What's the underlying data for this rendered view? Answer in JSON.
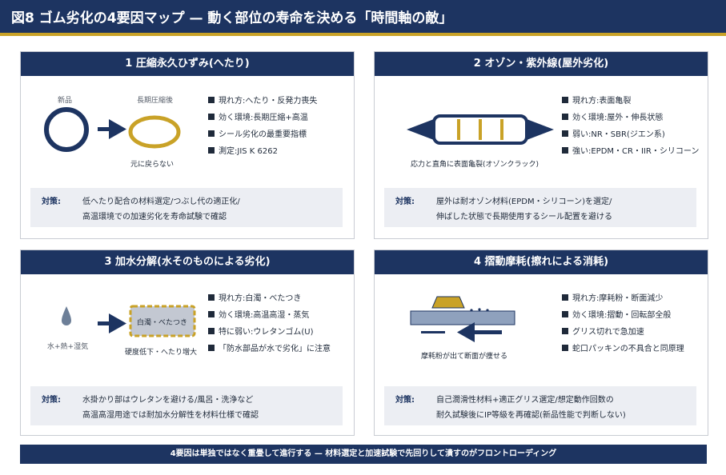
{
  "header": {
    "title": "図8 ゴム劣化の4要因マップ — 動く部位の寿命を決める「時間軸の敵」"
  },
  "panels": [
    {
      "title": "1 圧縮永久ひずみ(へたり)",
      "labels": {
        "new": "新品",
        "long_term": "長期圧縮後",
        "no_recover": "元に戻らない"
      },
      "bullets": [
        "現れ方:へたり・反発力喪失",
        "効く環境:長期圧縮+高温",
        "シール劣化の最重要指標",
        "測定:JIS K 6262"
      ],
      "measure": {
        "label": "対策:",
        "lines": [
          "低へたり配合の材料選定/つぶし代の適正化/",
          "高温環境での加速劣化を寿命試験で確認"
        ]
      }
    },
    {
      "title": "2 オゾン・紫外線(屋外劣化)",
      "labels": {
        "caption": "応力と直角に表面亀裂(オゾンクラック)"
      },
      "bullets": [
        "現れ方:表面亀裂",
        "効く環境:屋外・伸長状態",
        "弱い:NR・SBR(ジエン系)",
        "強い:EPDM・CR・IIR・シリコーン"
      ],
      "measure": {
        "label": "対策:",
        "lines": [
          "屋外は耐オゾン材料(EPDM・シリコーン)を選定/",
          "伸ばした状態で長期使用するシール配置を避ける"
        ]
      }
    },
    {
      "title": "3 加水分解(水そのものによる劣化)",
      "labels": {
        "water": "水+熱+湿気",
        "box": "白濁・べたつき",
        "caption": "硬度低下・へたり増大"
      },
      "bullets": [
        "現れ方:白濁・べたつき",
        "効く環境:高温高湿・蒸気",
        "特に弱い:ウレタンゴム(U)",
        "「防水部品が水で劣化」に注意"
      ],
      "measure": {
        "label": "対策:",
        "lines": [
          "水掛かり部はウレタンを避ける/風呂・洗浄など",
          "高温高湿用途では耐加水分解性を材料仕様で確認"
        ]
      }
    },
    {
      "title": "4 摺動摩耗(擦れによる消耗)",
      "labels": {
        "caption": "摩耗粉が出て断面が痩せる"
      },
      "bullets": [
        "現れ方:摩耗粉・断面減少",
        "効く環境:摺動・回転部全般",
        "グリス切れで急加速",
        "蛇口パッキンの不具合と同原理"
      ],
      "measure": {
        "label": "対策:",
        "lines": [
          "自己潤滑性材料+適正グリス選定/想定動作回数の",
          "耐久試験後にIP等級を再確認(新品性能で判断しない)"
        ]
      }
    }
  ],
  "footer": {
    "text": "4要因は単独ではなく重畳して進行する — 材料選定と加速試験で先回りして潰すのがフロントローディング"
  },
  "colors": {
    "navy": "#1d3461",
    "gold": "#c9a227",
    "gray_box": "#eceef3"
  }
}
